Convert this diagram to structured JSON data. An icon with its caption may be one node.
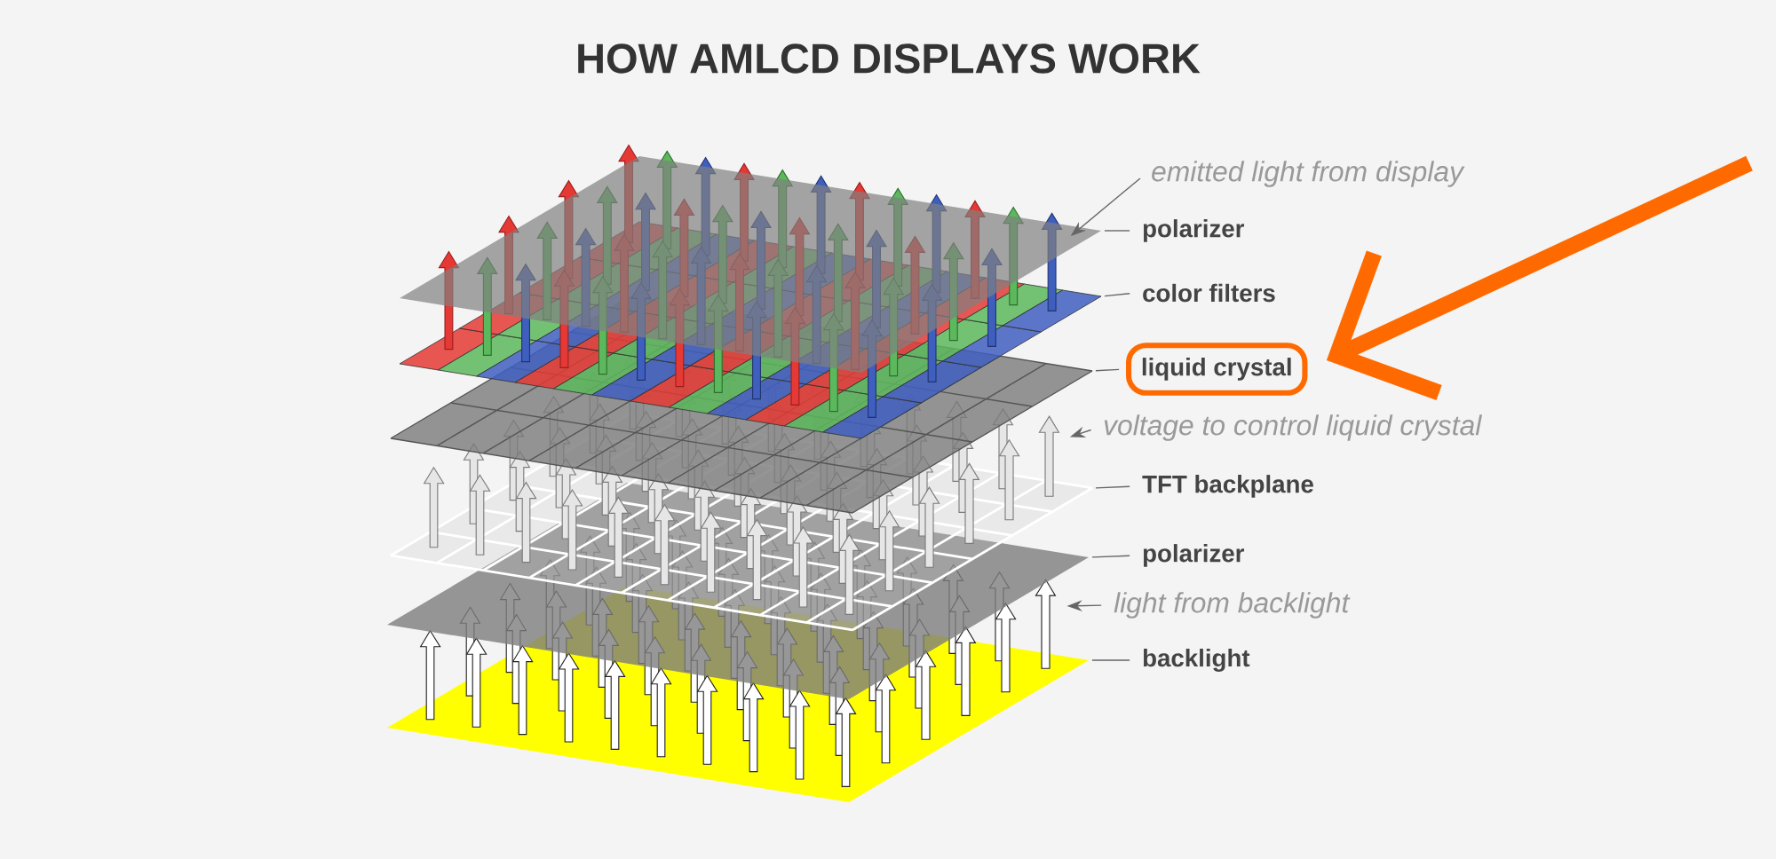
{
  "diagram": {
    "title": "HOW AMLCD DISPLAYS WORK",
    "nodes": [
      {
        "text": [
          "emitted light from display"
        ]
      },
      {
        "text": [
          "polarizer"
        ]
      },
      {
        "text": [
          "color filters"
        ]
      },
      {
        "text": [
          "liquid crystal"
        ]
      },
      {
        "text": [
          "voltage to control liquid crystal"
        ]
      },
      {
        "text": [
          "TFT backplane"
        ]
      },
      {
        "text": [
          "polarizer"
        ]
      },
      {
        "text": [
          "light from backlight"
        ]
      },
      {
        "text": [
          "backlight"
        ]
      }
    ],
    "edges": [
      {
        "from": 0,
        "to": null,
        "arrow": "to"
      },
      {
        "from": 1,
        "to": null,
        "arrow": "none"
      },
      {
        "from": 2,
        "to": null,
        "arrow": "none"
      },
      {
        "from": 3,
        "to": null,
        "arrow": "none"
      },
      {
        "from": 4,
        "to": null,
        "arrow": "to"
      },
      {
        "from": 5,
        "to": null,
        "arrow": "none"
      },
      {
        "from": 6,
        "to": null,
        "arrow": "none"
      },
      {
        "from": 7,
        "to": null,
        "arrow": "to"
      },
      {
        "from": 8,
        "to": null,
        "arrow": "none"
      },
      {
        "from": null,
        "to": 3,
        "arrow": "to",
        "style": "thick",
        "color": "#ff6a00"
      }
    ]
  }
}
